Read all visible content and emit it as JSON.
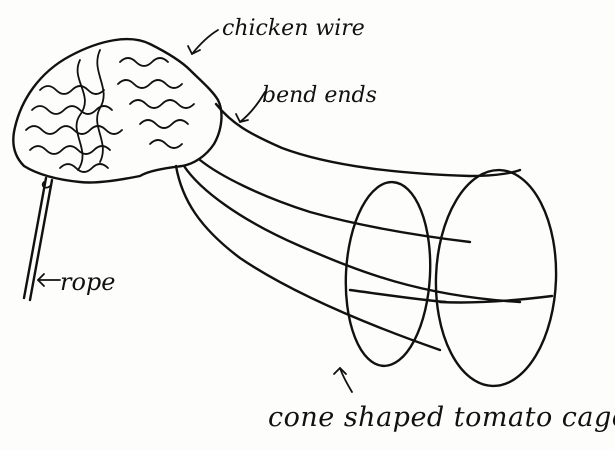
{
  "labels": {
    "chicken_wire": "chicken wire",
    "bend_ends": "bend ends",
    "rope": "rope",
    "cone_cage": "cone shaped tomato cage"
  },
  "ink_color": "#111111"
}
